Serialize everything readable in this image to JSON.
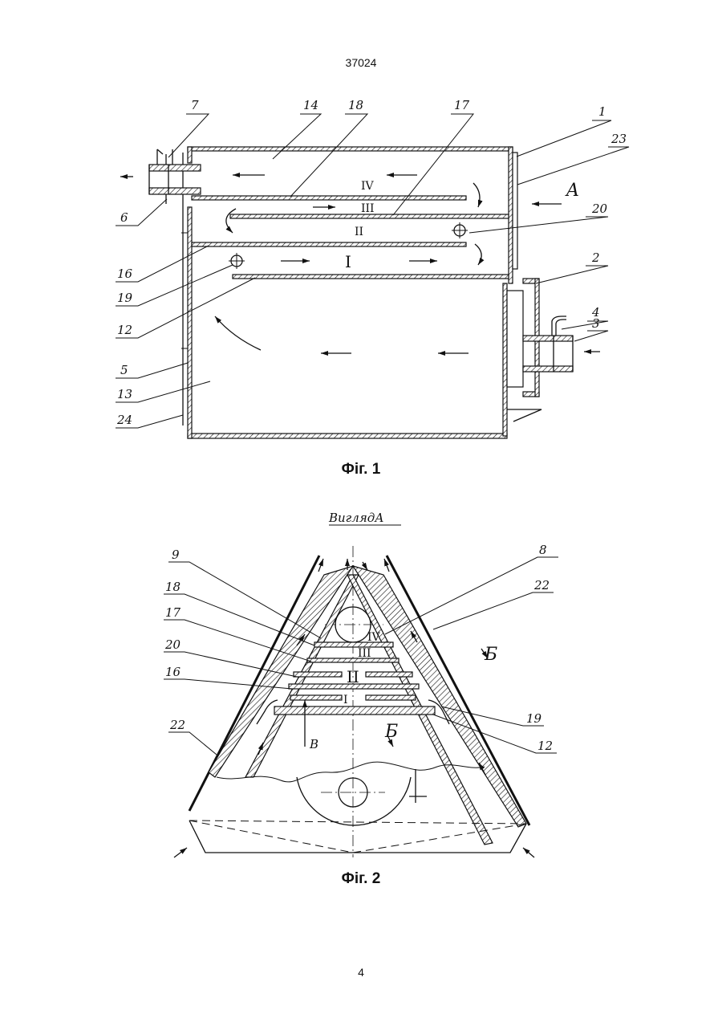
{
  "page": {
    "patent_number": "37024",
    "page_number": "4"
  },
  "fig1": {
    "caption": "Фіг. 1",
    "labels": {
      "l7": "7",
      "l14": "14",
      "l18": "18",
      "l17": "17",
      "l1": "1",
      "l23": "23",
      "l20": "20",
      "l6": "6",
      "l16": "16",
      "l19": "19",
      "l12": "12",
      "l2": "2",
      "l4": "4",
      "l3": "3",
      "l5": "5",
      "l13": "13",
      "l24": "24",
      "lA": "A"
    },
    "channels": {
      "c1": "I",
      "c2": "II",
      "c3": "III",
      "c4": "IV"
    }
  },
  "fig2": {
    "title": "ВиглядА",
    "caption": "Фіг. 2",
    "labels": {
      "l9": "9",
      "l8": "8",
      "l18": "18",
      "l22a": "22",
      "l17": "17",
      "l20": "20",
      "l16": "16",
      "l19": "19",
      "l22b": "22",
      "l12": "12",
      "lB": "В",
      "lBe1": "Б",
      "lBe2": "Б"
    },
    "channels": {
      "c1": "I",
      "c2": "II",
      "c3": "III",
      "c4": "IV"
    }
  }
}
